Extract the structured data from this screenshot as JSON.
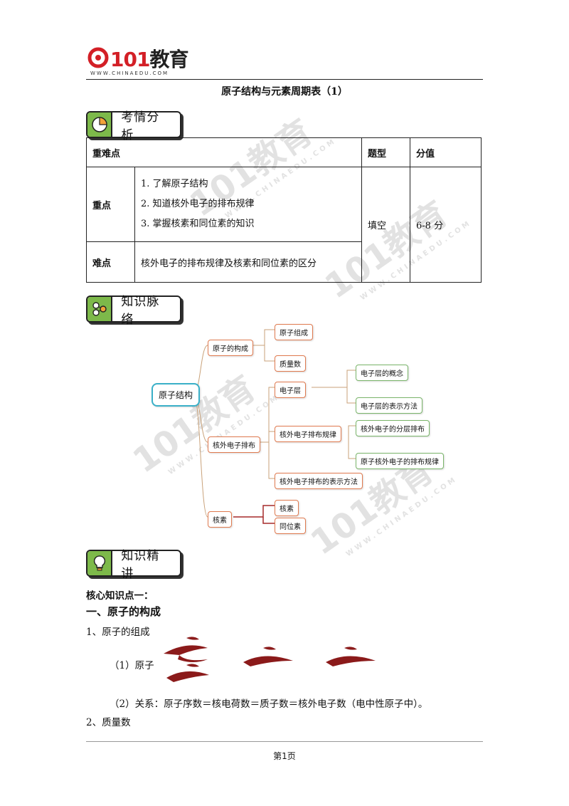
{
  "header": {
    "logo_left": "101",
    "logo_right": "教育",
    "logo_sub": "WWW.CHINAEDU.COM",
    "doc_title": "原子结构与元素周期表（1）"
  },
  "watermark": {
    "big": "101教育",
    "small": "WWW.CHINAEDU.COM"
  },
  "sections": {
    "s1": "考情分析",
    "s2": "知识脉络",
    "s3": "知识精讲"
  },
  "table": {
    "headers": [
      "重难点",
      "题型",
      "分值"
    ],
    "key_label": "重点",
    "key_items": [
      "1. 了解原子结构",
      "2. 知道核外电子的排布规律",
      "3. 掌握核素和同位素的知识"
    ],
    "diff_label": "难点",
    "diff_text": "核外电子的排布规律及核素和同位素的区分",
    "type": "填空",
    "score": "6-8 分"
  },
  "mindmap": {
    "root": "原子结构",
    "l1": [
      "原子的构成",
      "核外电子排布",
      "核素"
    ],
    "l2_a": [
      "原子组成",
      "质量数"
    ],
    "l2_b": [
      "电子层",
      "核外电子排布规律",
      "核外电子排布的表示方法"
    ],
    "l2_c": [
      "核素",
      "同位素"
    ],
    "l3_a": [
      "电子层的概念",
      "电子层的表示方法"
    ],
    "l3_b": [
      "核外电子的分层排布",
      "原子核外电子的排布规律"
    ]
  },
  "content": {
    "core": "核心知识点一：",
    "h1": "一、原子的构成",
    "p1": "1、原子的组成",
    "p2": "（1）原子",
    "p3": "（2）关系：原子序数＝核电荷数＝质子数＝核外电子数（电中性原子中）。",
    "p4": "2、质量数"
  },
  "footer": "第1页"
}
